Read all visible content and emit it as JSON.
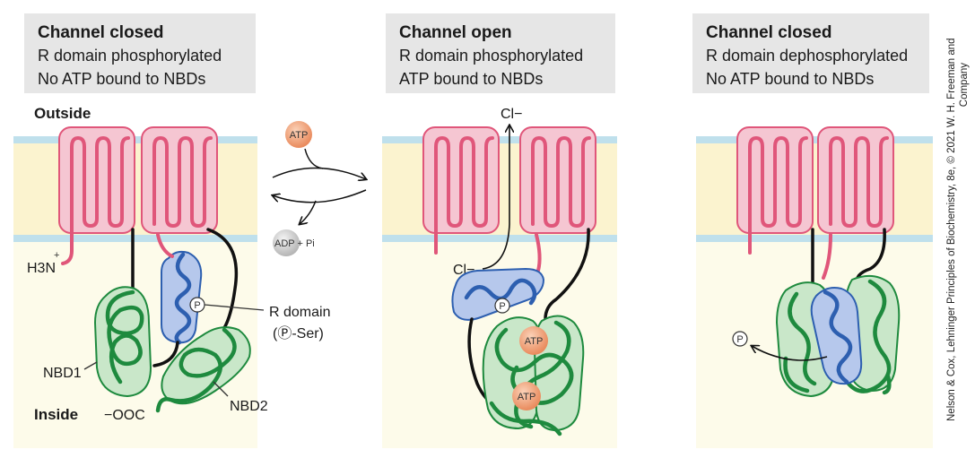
{
  "panels": [
    {
      "title": "Channel closed",
      "line1": "R domain phosphorylated",
      "line2": "No ATP bound to NBDs"
    },
    {
      "title": "Channel open",
      "line1": "R domain phosphorylated",
      "line2": "ATP bound to NBDs"
    },
    {
      "title": "Channel closed",
      "line1": "R domain dephosphorylated",
      "line2": "No ATP bound to NBDs"
    }
  ],
  "labels": {
    "outside": "Outside",
    "inside": "Inside",
    "n_terminus": "H3N",
    "n_charge": "+",
    "c_terminus": "−OOC",
    "nbd1": "NBD1",
    "nbd2": "NBD2",
    "r_domain": "R domain",
    "p_ser": "(Ⓟ-Ser)",
    "phosphate": "P",
    "chloride": "Cl−",
    "atp": "ATP",
    "adp_pi": "ADP + Pi"
  },
  "credit": {
    "line1": "Nelson & Cox, Lehninger Principles of Biochemistry, 8e, © 2021 W. H. Freeman and",
    "line2": "Company"
  },
  "colors": {
    "header_box": "#e6e6e6",
    "membrane_core": "#fbf3cf",
    "membrane_edge": "#bfe0ec",
    "cytoplasm": "#fdfbea",
    "helix_fill": "#f5c6d2",
    "helix_stroke": "#e0567a",
    "nbd_fill": "#c9e7c9",
    "nbd_stroke": "#1e8a3e",
    "r_fill": "#b6c8ec",
    "r_stroke": "#2d5fb0",
    "atp_fill": "#f2a27a"
  }
}
